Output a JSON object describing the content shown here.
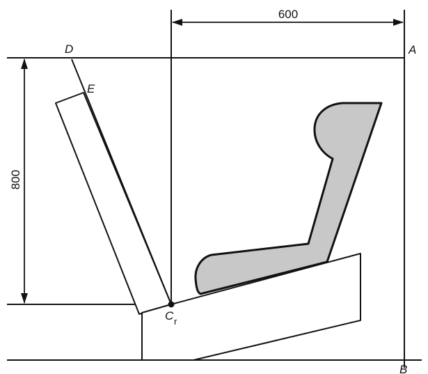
{
  "dimensions": {
    "horizontal": "600",
    "vertical": "800"
  },
  "points": {
    "D": "D",
    "E": "E",
    "A": "A",
    "B": "B",
    "Cr_main": "C",
    "Cr_sub": "r"
  },
  "colors": {
    "stroke": "#111111",
    "seat_fill": "#c8c8c8",
    "background": "#ffffff"
  }
}
